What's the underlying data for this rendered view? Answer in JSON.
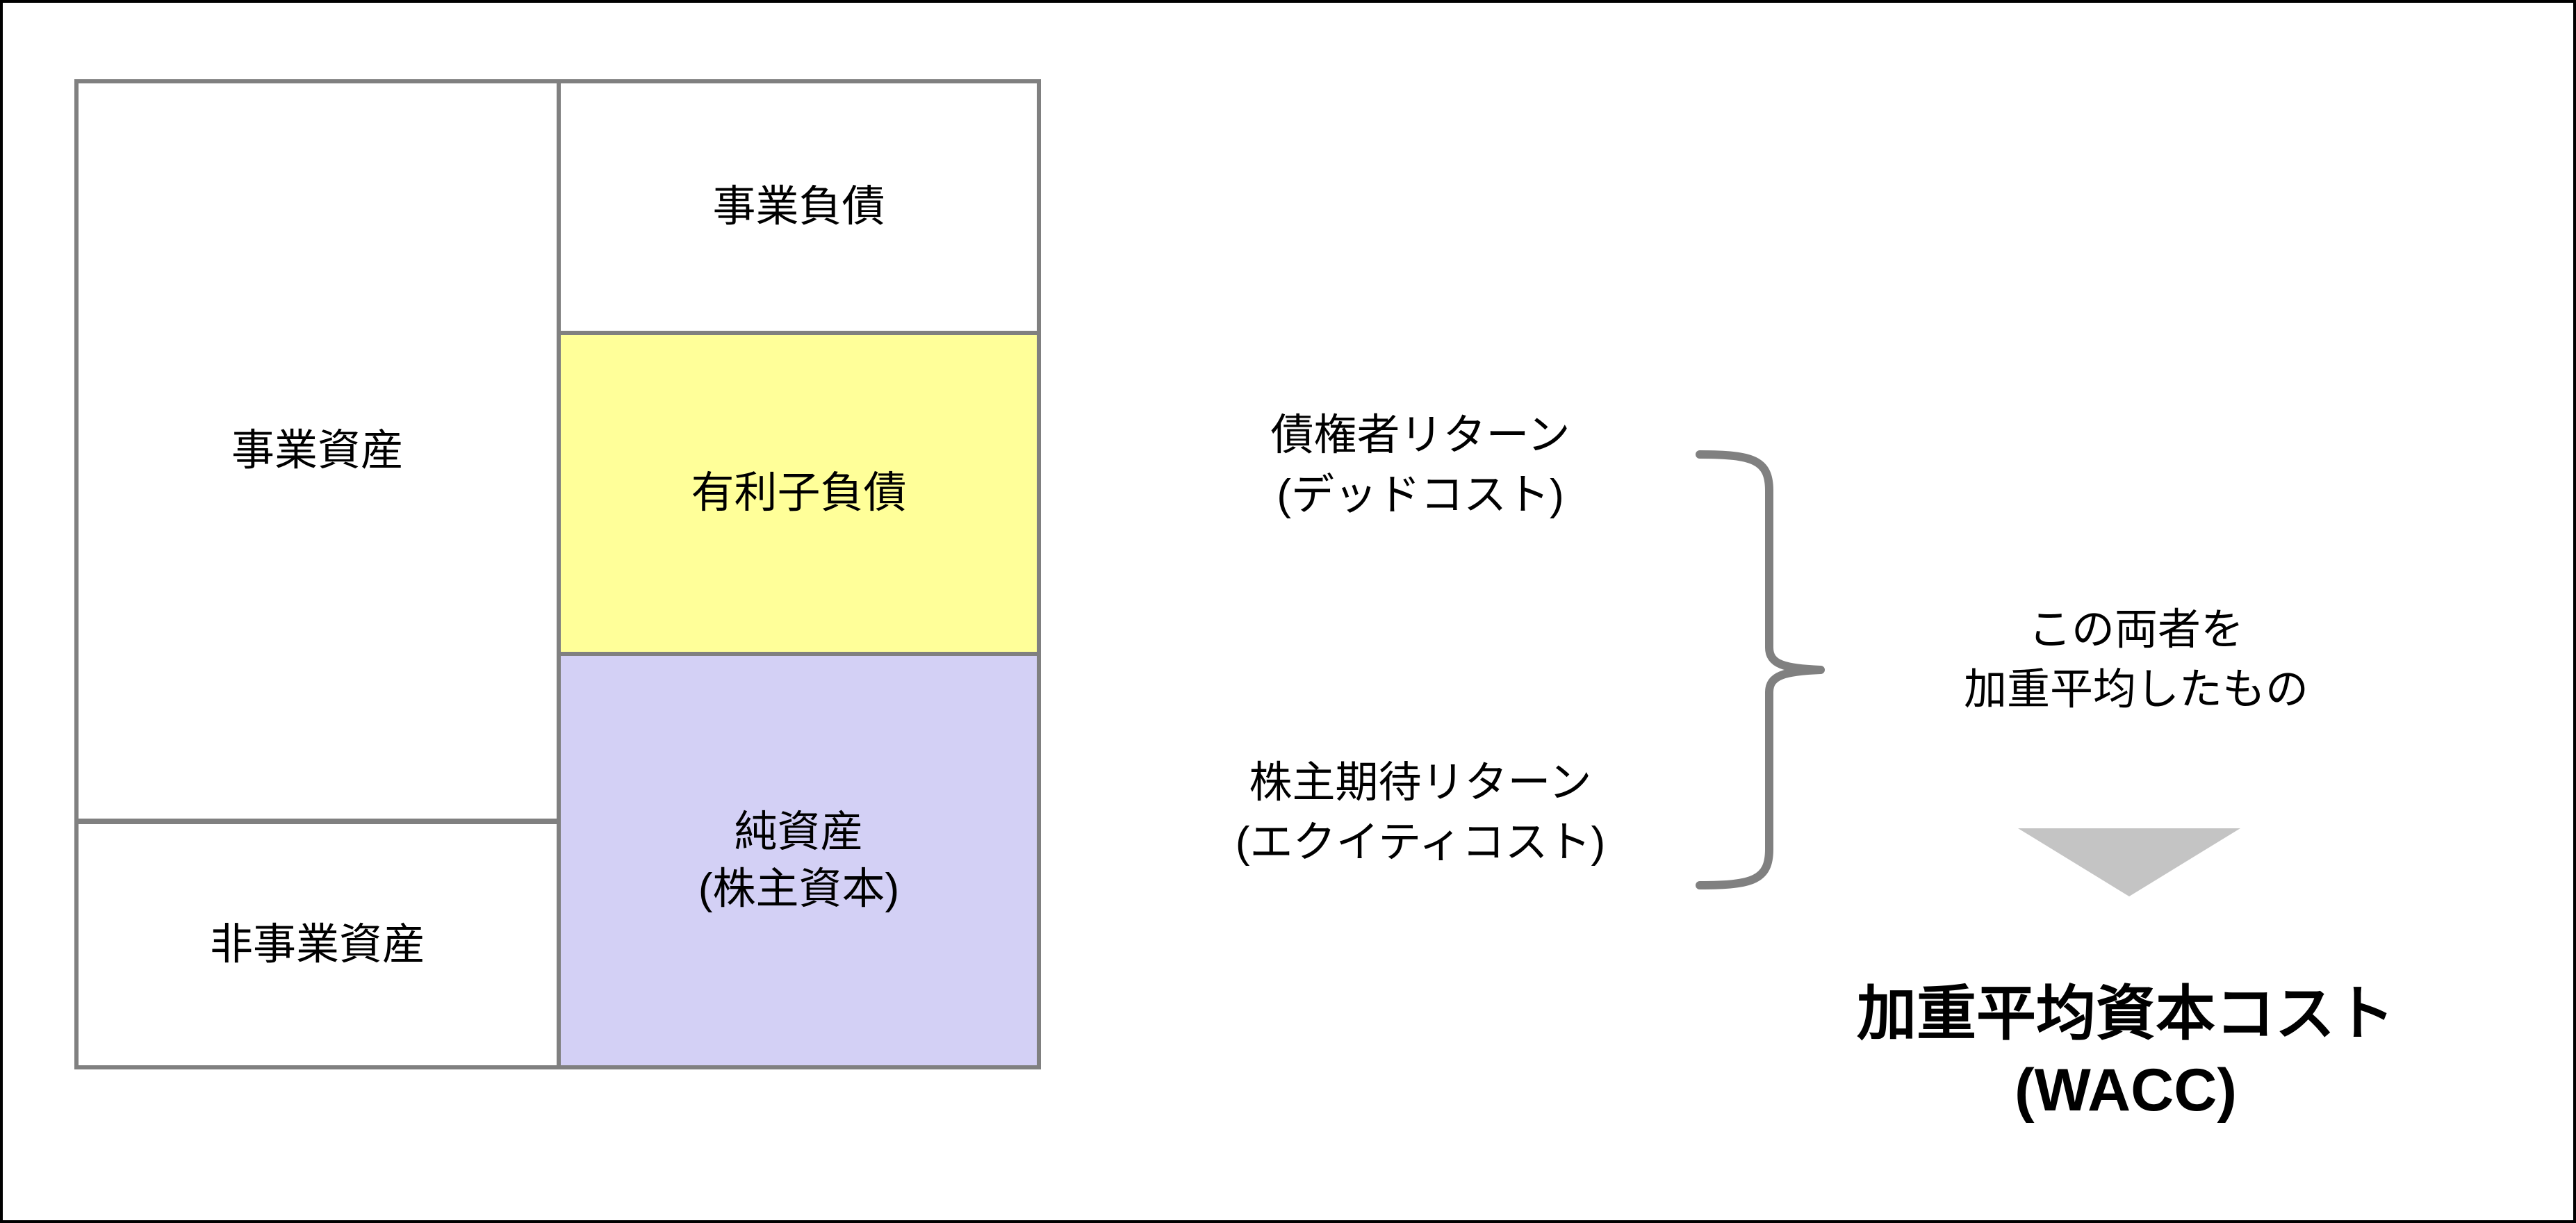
{
  "diagram": {
    "type": "balance-sheet-wacc",
    "balance_sheet": {
      "left_column": [
        {
          "key": "operating_assets",
          "label": "事業資産",
          "fill": "#ffffff"
        },
        {
          "key": "non_operating_assets",
          "label": "非事業資産",
          "fill": "#ffffff"
        }
      ],
      "right_column": [
        {
          "key": "operating_liabilities",
          "label": "事業負債",
          "fill": "#ffffff"
        },
        {
          "key": "interest_bearing_debt",
          "label": "有利子負債",
          "fill": "#ffff99"
        },
        {
          "key": "net_assets",
          "label": "純資産\n(株主資本)",
          "fill": "#d3d0f5"
        }
      ]
    },
    "annotations": {
      "debt_return": "債権者リターン\n(デッドコスト)",
      "equity_return": "株主期待リターン\n(エクイティコスト)",
      "weighted_average": "この両者を\n加重平均したもの",
      "result": "加重平均資本コスト\n(WACC)"
    },
    "shapes": {
      "brace": "right-curly-brace",
      "arrow": "down-triangle-arrow"
    },
    "colors": {
      "border": "#808080",
      "page_border": "#000000",
      "debt_fill": "#ffff99",
      "equity_fill": "#d3d0f5",
      "brace_stroke": "#808080",
      "arrow_fill": "#c4c4c4",
      "text": "#000000"
    }
  }
}
